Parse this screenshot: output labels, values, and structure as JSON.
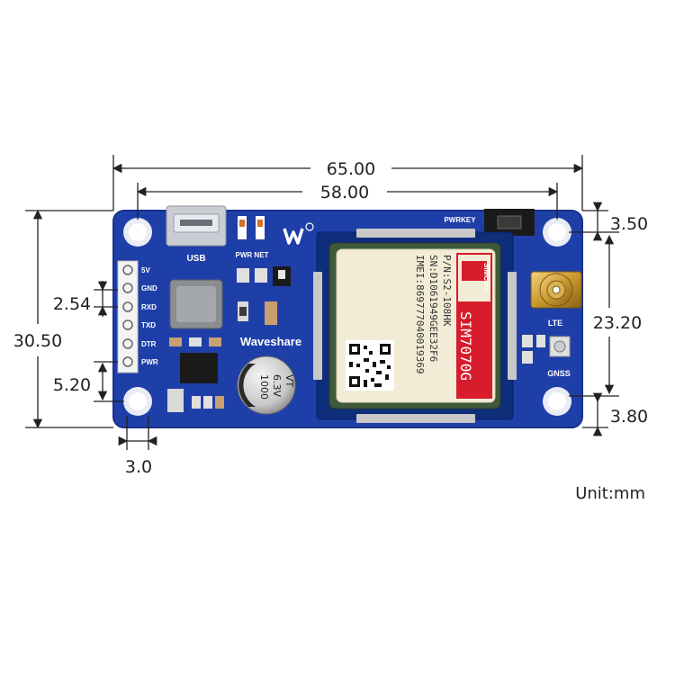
{
  "dimensions": {
    "overall_width": "65.00",
    "hole_spacing_x": "58.00",
    "overall_height": "30.50",
    "top_offset": "3.50",
    "hole_spacing_y": "23.20",
    "bottom_offset": "3.80",
    "pin_pitch": "2.54",
    "header_offset": "5.20",
    "hole_edge": "3.0"
  },
  "unit_label": "Unit:mm",
  "board": {
    "brand": "Waveshare",
    "usb_label": "USB",
    "pwr_net_label": "PWR NET",
    "pwrkey_label": "PWRKEY",
    "lte_label": "LTE",
    "gnss_label": "GNSS",
    "header_pins": [
      "5V",
      "GND",
      "RXD",
      "TXD",
      "DTR",
      "PWR"
    ],
    "capacitor_lines": [
      "1000",
      "6.3V",
      "VT"
    ]
  },
  "module": {
    "model": "SIM7070G",
    "pn": "P/N:S2-108HK",
    "sn": "SN:D1061949GEE32F6",
    "imei": "IMEI:869777040019369",
    "logo_text": "SIMCom"
  },
  "colors": {
    "pcb": "#1f3fa8",
    "pcb_edge": "#18318a",
    "module_body": "#f2ecd6",
    "module_label": "#d81c2c"
  }
}
